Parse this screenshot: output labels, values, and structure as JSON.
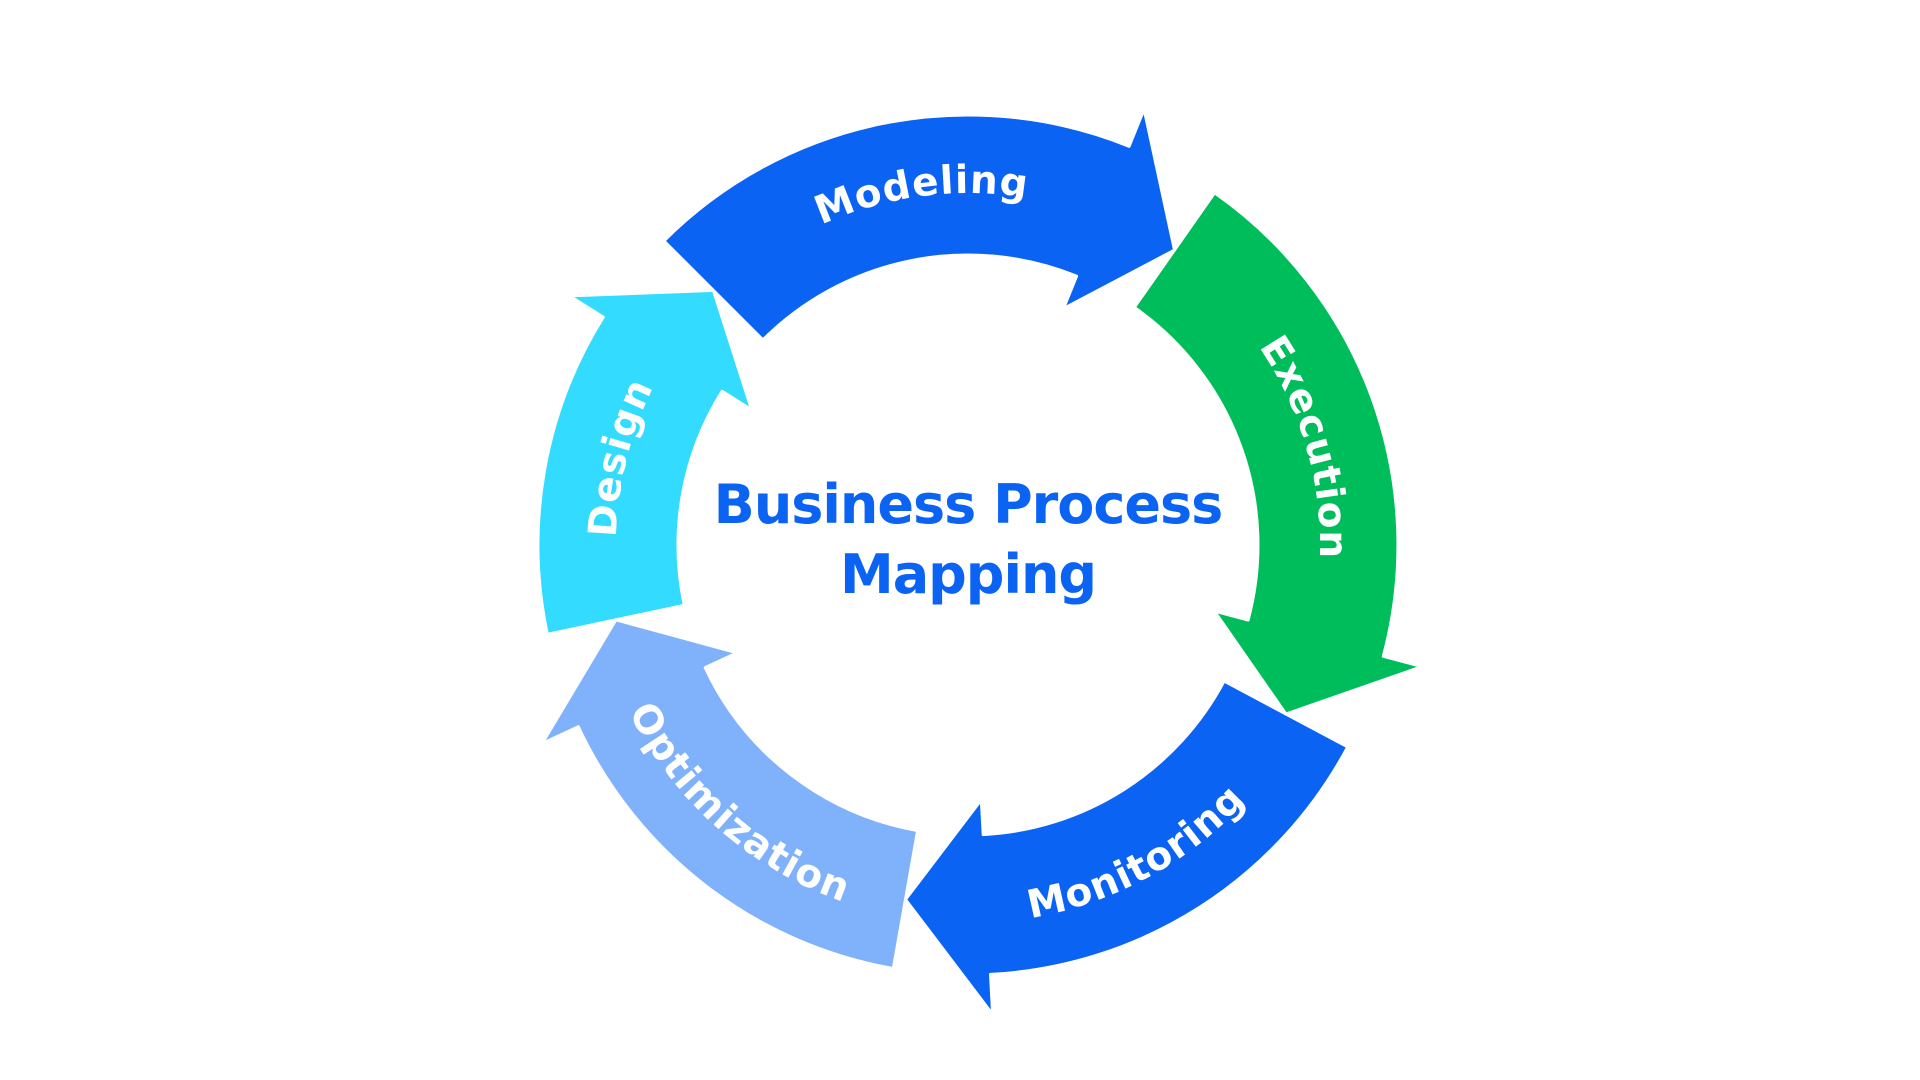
{
  "diagram": {
    "center_title_lines": [
      "Business Process",
      "Mapping"
    ],
    "center_color": "#0a63f2",
    "stages": [
      {
        "label": "Modeling",
        "color": "#0a63f2"
      },
      {
        "label": "Execution",
        "color": "#00bd5c"
      },
      {
        "label": "Monitoring",
        "color": "#0a63f2"
      },
      {
        "label": "Optimization",
        "color": "#80b1fb"
      },
      {
        "label": "Design",
        "color": "#33dcff"
      }
    ]
  }
}
